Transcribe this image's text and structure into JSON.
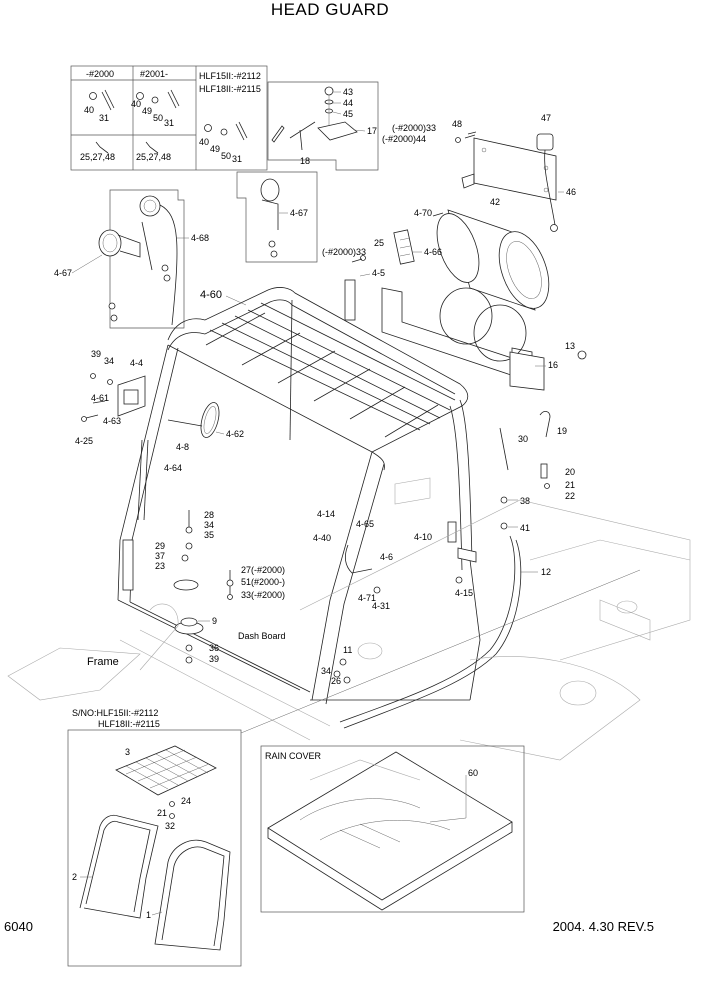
{
  "title": "HEAD GUARD",
  "page_code": "6040",
  "revision": "2004. 4.30 REV.5",
  "serial_table": {
    "headers": [
      "-#2000",
      "#2001-"
    ],
    "note_line1": "HLF15II:-#2112",
    "note_line2": "HLF18II:-#2115",
    "cells": [
      "40",
      "31",
      "40",
      "49",
      "50",
      "31",
      "40",
      "49",
      "50",
      "31",
      "25,27,48",
      "25,27,48"
    ]
  },
  "bottom_box_note_line1": "S/NO:HLF15II:-#2112",
  "bottom_box_note_line2": "HLF18II:-#2115",
  "rain_cover_label": "RAIN COVER",
  "frame_label": "Frame",
  "dash_board_label": "Dash Board",
  "callouts": {
    "c43": "43",
    "c44": "44",
    "c45": "45",
    "c17": "17",
    "c18": "18",
    "c48": "48",
    "c47": "47",
    "c33a": "(-#2000)33",
    "c44a": "(-#2000)44",
    "c46": "46",
    "c4_67a": "4-67",
    "c4_68": "4-68",
    "c4_67b": "4-67",
    "c4_70": "4-70",
    "c42": "42",
    "c25": "25",
    "c33b": "(-#2000)33",
    "c4_66": "4-66",
    "c4_5": "4-5",
    "c4_60": "4-60",
    "c13": "13",
    "c16": "16",
    "c39a": "39",
    "c34a": "34",
    "c4_4": "4-4",
    "c4_61": "4-61",
    "c4_63": "4-63",
    "c4_25": "4-25",
    "c4_8": "4-8",
    "c4_62": "4-62",
    "c4_64": "4-64",
    "c19": "19",
    "c30": "30",
    "c20": "20",
    "c21a": "21",
    "c22": "22",
    "c38": "38",
    "c41": "41",
    "c28": "28",
    "c34b": "34",
    "c35": "35",
    "c29": "29",
    "c37": "37",
    "c23": "23",
    "c4_14": "4-14",
    "c4_65": "4-65",
    "c4_40": "4-40",
    "c4_10": "4-10",
    "c4_6": "4-6",
    "c27": "27(-#2000)",
    "c51": "51(#2000-)",
    "c33c": "33(-#2000)",
    "c4_71": "4-71",
    "c4_31": "4-31",
    "c4_15": "4-15",
    "c12": "12",
    "c9": "9",
    "c36": "36",
    "c39b": "39",
    "c11": "11",
    "c34c": "34",
    "c26": "26",
    "c3": "3",
    "c24": "24",
    "c21b": "21",
    "c32": "32",
    "c2": "2",
    "c1": "1",
    "c60": "60"
  }
}
